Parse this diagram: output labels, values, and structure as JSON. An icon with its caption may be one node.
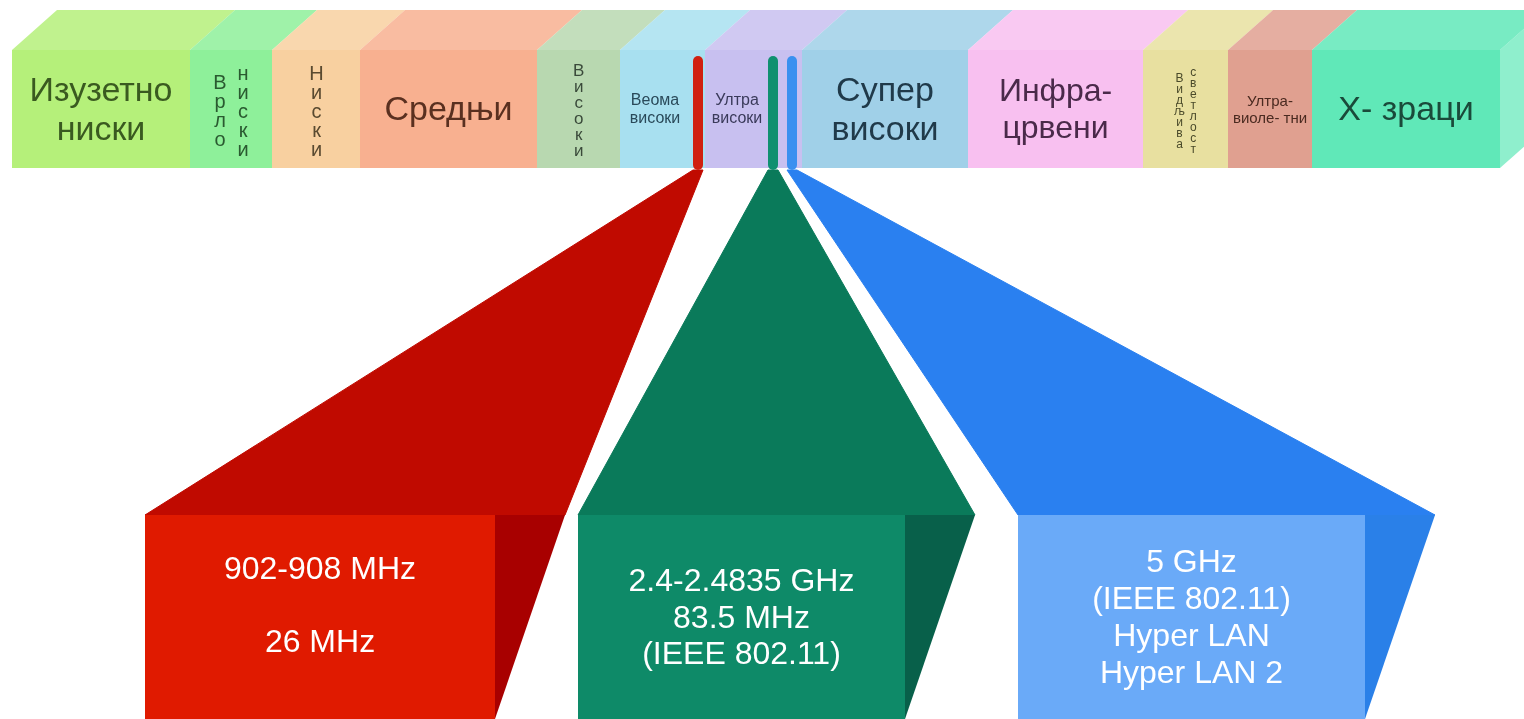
{
  "diagram": {
    "nodes": [
      {
        "text": [
          "Изузетно ниски"
        ]
      },
      {
        "text": [
          "Врло ниски"
        ]
      },
      {
        "text": [
          "Ниски"
        ]
      },
      {
        "text": [
          "Средњи"
        ]
      },
      {
        "text": [
          "Високи"
        ]
      },
      {
        "text": [
          "Веома високи"
        ]
      },
      {
        "text": [
          "Ултра високи"
        ]
      },
      {
        "text": [
          "Супер високи"
        ]
      },
      {
        "text": [
          "Инфра- црвени"
        ]
      },
      {
        "text": [
          "Видљива светлост"
        ]
      },
      {
        "text": [
          "Ултра- виоле- тни"
        ]
      },
      {
        "text": [
          "X- зраци"
        ]
      },
      {
        "text": [],
        "shape": "bar",
        "in": 5
      },
      {
        "text": [],
        "shape": "bar",
        "in": 6
      },
      {
        "text": [],
        "shape": "bar",
        "in": 6
      },
      {
        "text": [
          "902-908 MHz",
          "26 MHz"
        ]
      },
      {
        "text": [
          "2.4-2.4835 GHz",
          "83.5 MHz",
          "(IEEE 802.11)"
        ]
      },
      {
        "text": [
          "5 GHz",
          "(IEEE 802.11)",
          "Hyper LAN",
          "Hyper LAN 2"
        ]
      }
    ],
    "edges": [
      {
        "from": 12,
        "to": 15,
        "arrow": "none",
        "color": "#c00a00"
      },
      {
        "from": 13,
        "to": 16,
        "arrow": "none",
        "color": "#0a7a5a"
      },
      {
        "from": 14,
        "to": 17,
        "arrow": "none",
        "color": "#2a80f0"
      }
    ]
  }
}
